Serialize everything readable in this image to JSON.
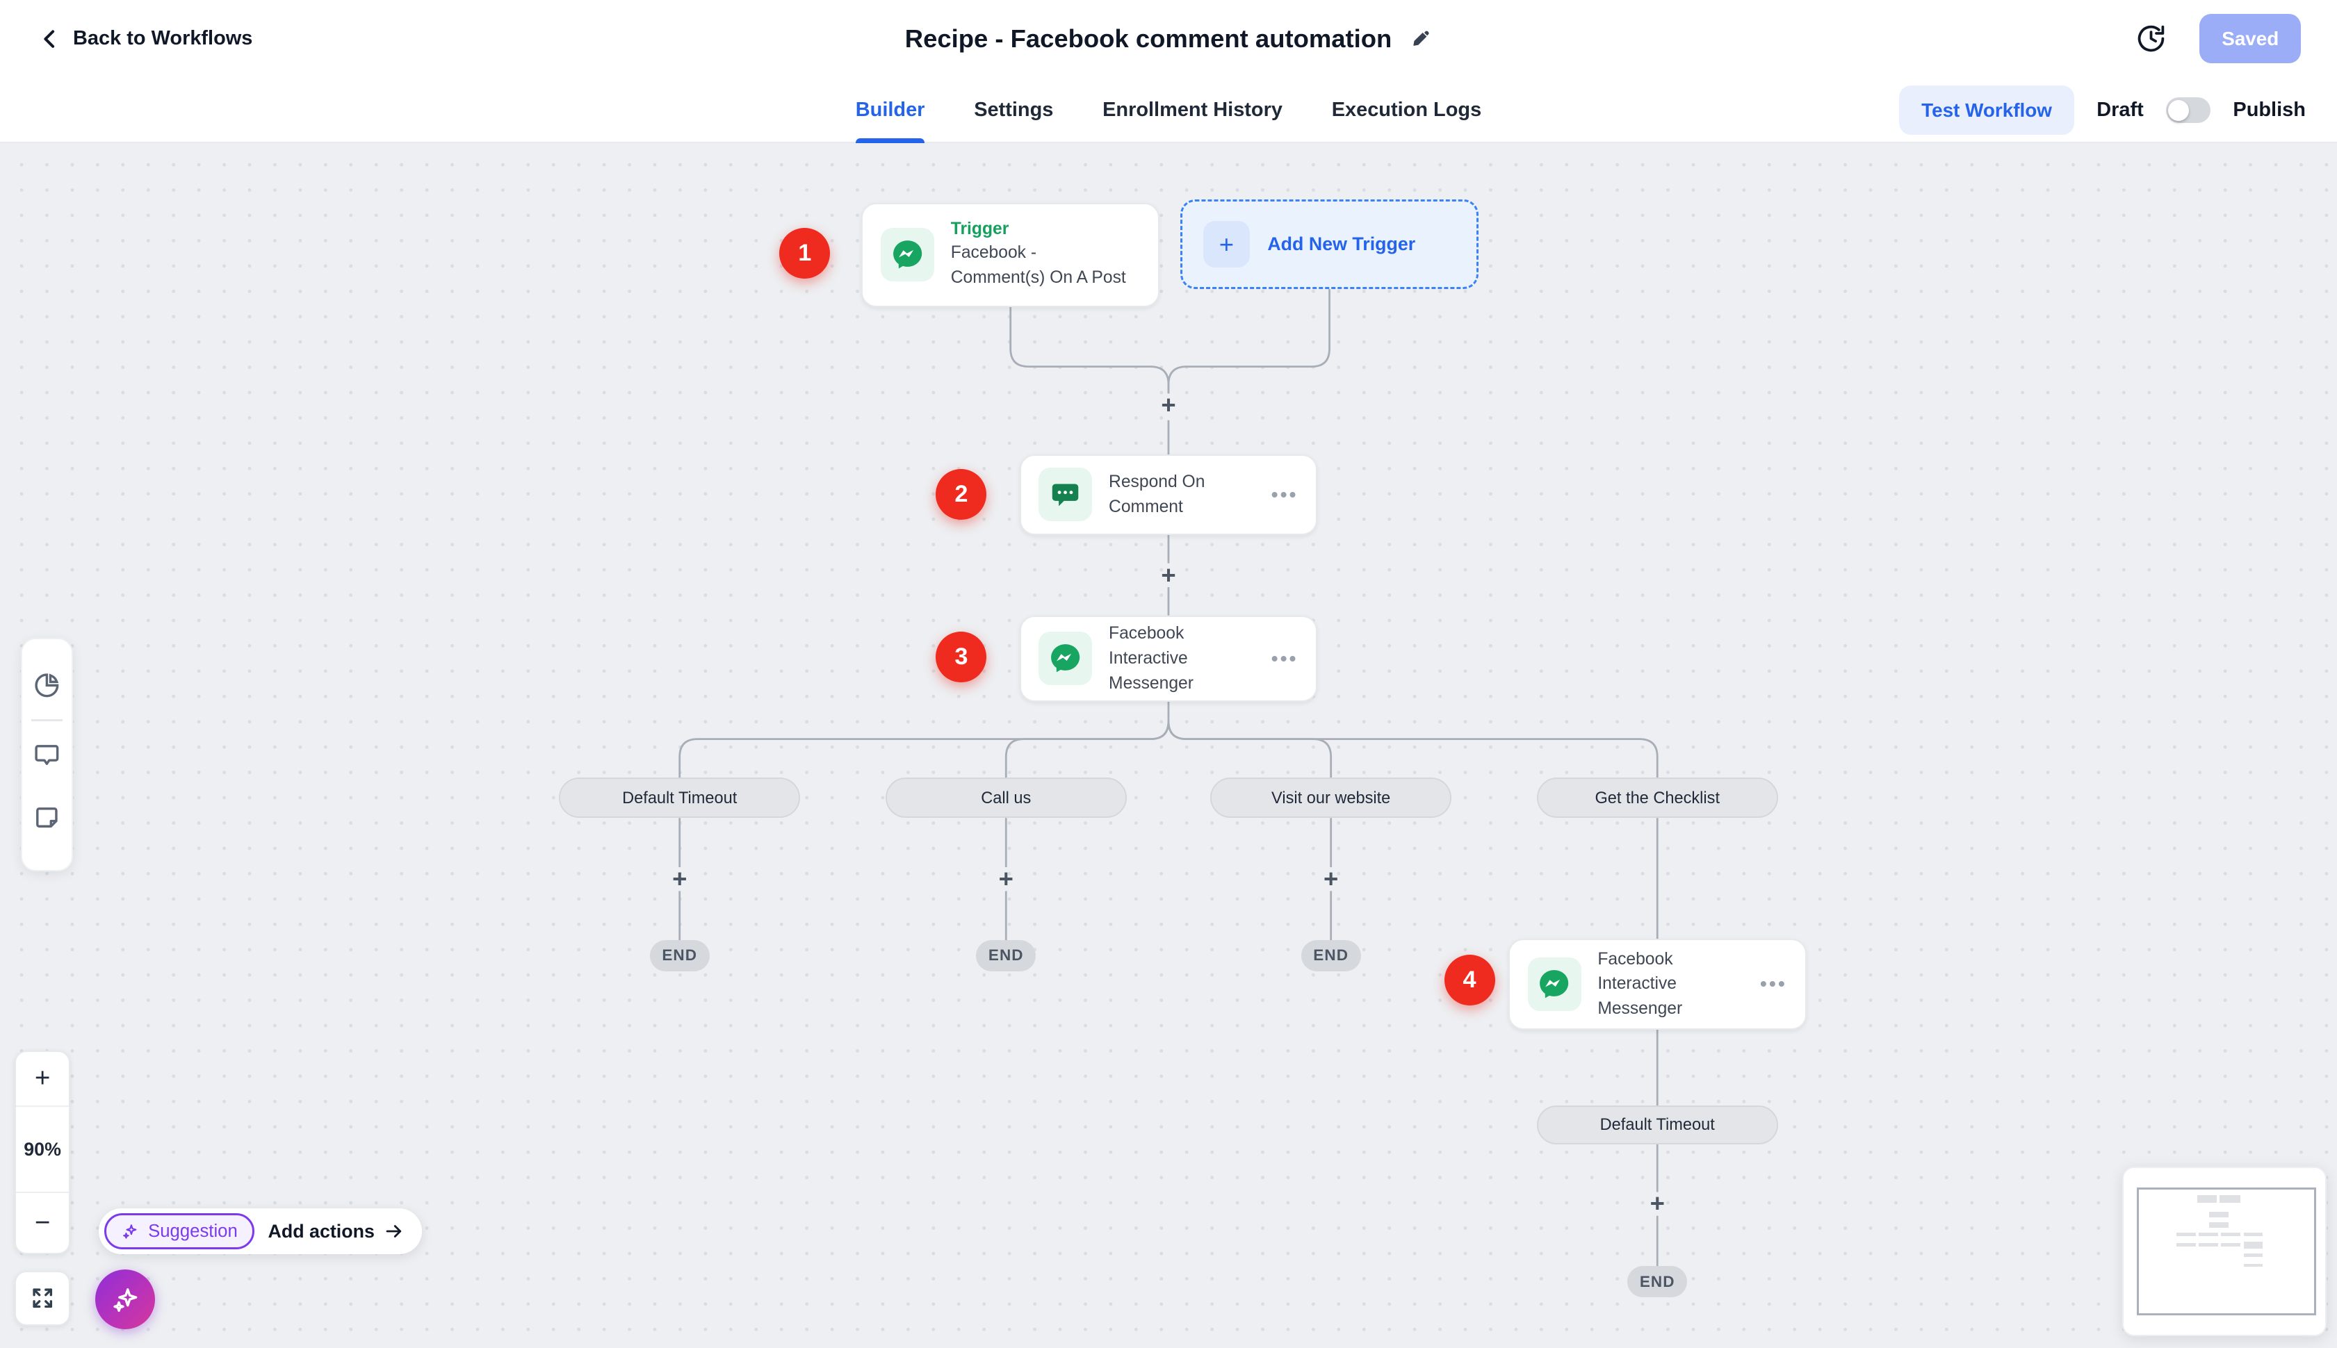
{
  "header": {
    "back": "Back to Workflows",
    "title": "Recipe - Facebook comment automation",
    "saved": "Saved"
  },
  "nav": {
    "tabs": [
      {
        "label": "Builder",
        "active": true
      },
      {
        "label": "Settings",
        "active": false
      },
      {
        "label": "Enrollment History",
        "active": false
      },
      {
        "label": "Execution Logs",
        "active": false
      }
    ],
    "test_workflow": "Test Workflow",
    "draft": "Draft",
    "publish": "Publish"
  },
  "flow": {
    "plus": "+",
    "end_label": "END",
    "trigger": {
      "badge": "1",
      "kind": "Trigger",
      "title": "Facebook - Comment(s) On A Post",
      "icon": "messenger-icon"
    },
    "add_trigger": {
      "label": "Add New Trigger",
      "icon": "plus-icon"
    },
    "steps": [
      {
        "badge": "2",
        "title": "Respond On Comment",
        "icon": "comment-icon"
      },
      {
        "badge": "3",
        "title": "Facebook Interactive Messenger",
        "icon": "messenger-icon"
      },
      {
        "badge": "4",
        "title": "Facebook Interactive Messenger",
        "icon": "messenger-icon"
      }
    ],
    "branches": [
      {
        "label": "Default Timeout"
      },
      {
        "label": "Call us"
      },
      {
        "label": "Visit our website"
      },
      {
        "label": "Get the Checklist"
      }
    ],
    "branch4_timeout": {
      "label": "Default Timeout"
    }
  },
  "controls": {
    "zoom_in": "+",
    "zoom_level": "90%",
    "zoom_out": "−",
    "suggestion": "Suggestion",
    "add_actions": "Add actions"
  },
  "icons": {
    "back": "chevron-left",
    "edit": "pencil",
    "history": "clock-history",
    "left_panel": [
      "pie-chart",
      "chat-bubble",
      "sticky-note"
    ],
    "fullscreen": "expand-arrows",
    "ai": "sparkles"
  },
  "colors": {
    "accent_blue": "#2563eb",
    "saved_button": "#9cadf7",
    "test_button_bg": "#e9effd",
    "trigger_green": "#16a05e",
    "icon_mint_bg": "#e7f7ef",
    "badge_red": "#ee2b1e",
    "canvas_bg": "#edeff2",
    "connector": "#a8aeb8",
    "purple": "#7c3aed"
  }
}
